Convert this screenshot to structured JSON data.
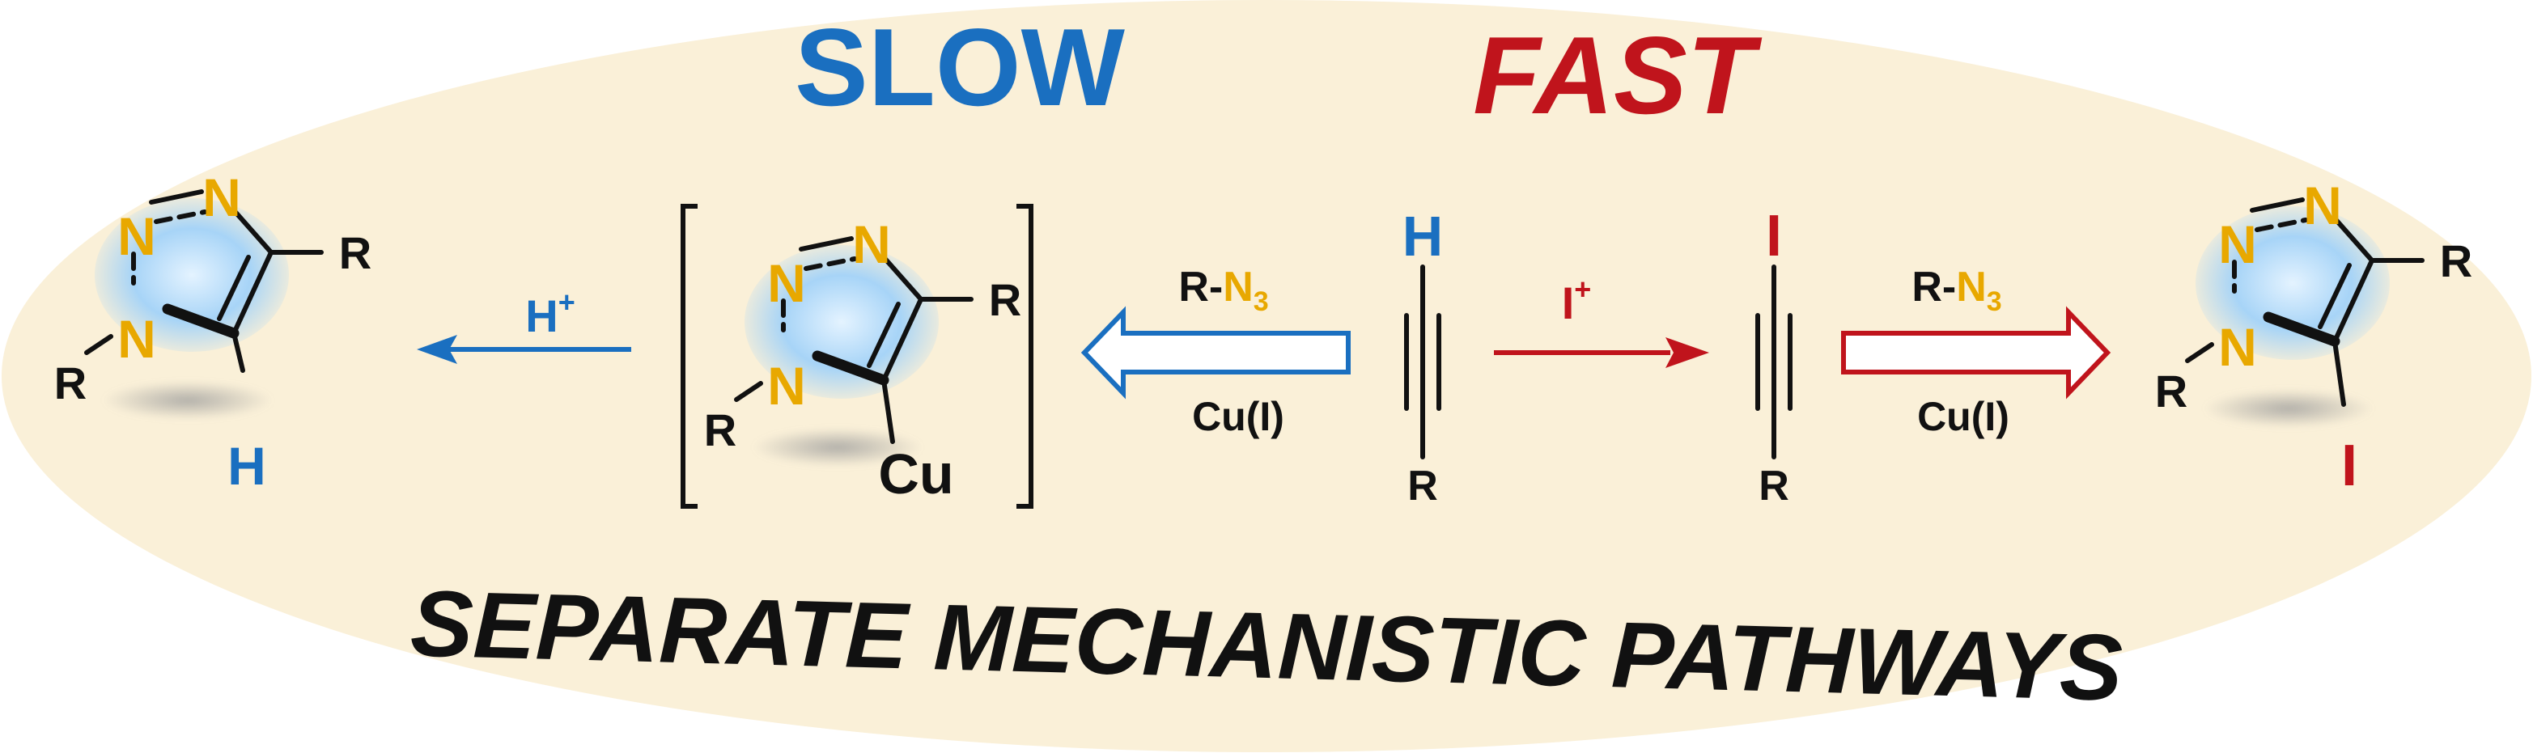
{
  "headline": {
    "slow": "SLOW",
    "fast": "FAST",
    "bottom": "SEPARATE MECHANISTIC PATHWAYS"
  },
  "atoms": {
    "nitrogen": "N",
    "substituent": "R",
    "hydrogen": "H",
    "copper": "Cu",
    "iodine": "I"
  },
  "reagents": {
    "protonation": "H",
    "protonation_charge": "+",
    "azide_prefix": "R-",
    "azide_n": "N",
    "azide_sub": "3",
    "catalyst": "Cu(I)",
    "iodination": "I",
    "iodination_charge": "+"
  },
  "colors": {
    "slow_blue": "#1a6fc0",
    "fast_red": "#c0141c",
    "nitrogen_yellow": "#e8a800",
    "ellipse_fill": "#faf0d8",
    "ring_glow": "#a7d4f7"
  }
}
